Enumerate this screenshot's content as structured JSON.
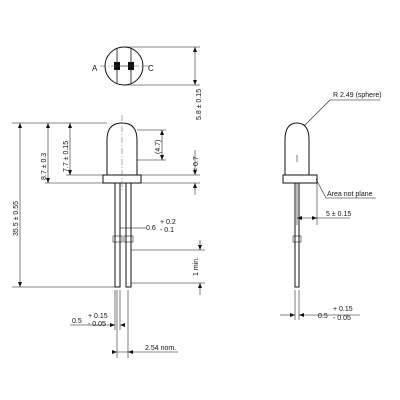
{
  "labels": {
    "anode": "A",
    "cathode": "C",
    "flange_height": "5.8 ± 0.15",
    "total_length": "35.5 ± 0.55",
    "body_height": "8.7 ± 0.3",
    "dome_height": "7.7 ± 0.15",
    "lens_dim": "(4.7)",
    "flange_max": "< 0.7",
    "lead_width_base": "0.6",
    "lead_width_plus": "+ 0.2",
    "lead_width_minus": "- 0.1",
    "min_length": "1 min.",
    "lead_thick_base": "0.5",
    "lead_thick_plus": "+ 0.15",
    "lead_thick_minus": "- 0.05",
    "pitch": "2.54 nom.",
    "sphere_radius": "R 2.49 (sphere)",
    "area_not_plane": "Area not plane",
    "side_dim": "5 ± 0.15",
    "side_lead_base": "0.5",
    "side_lead_plus": "+ 0.15",
    "side_lead_minus": "- 0.05"
  },
  "colors": {
    "line": "#111111",
    "background": "#ffffff"
  }
}
